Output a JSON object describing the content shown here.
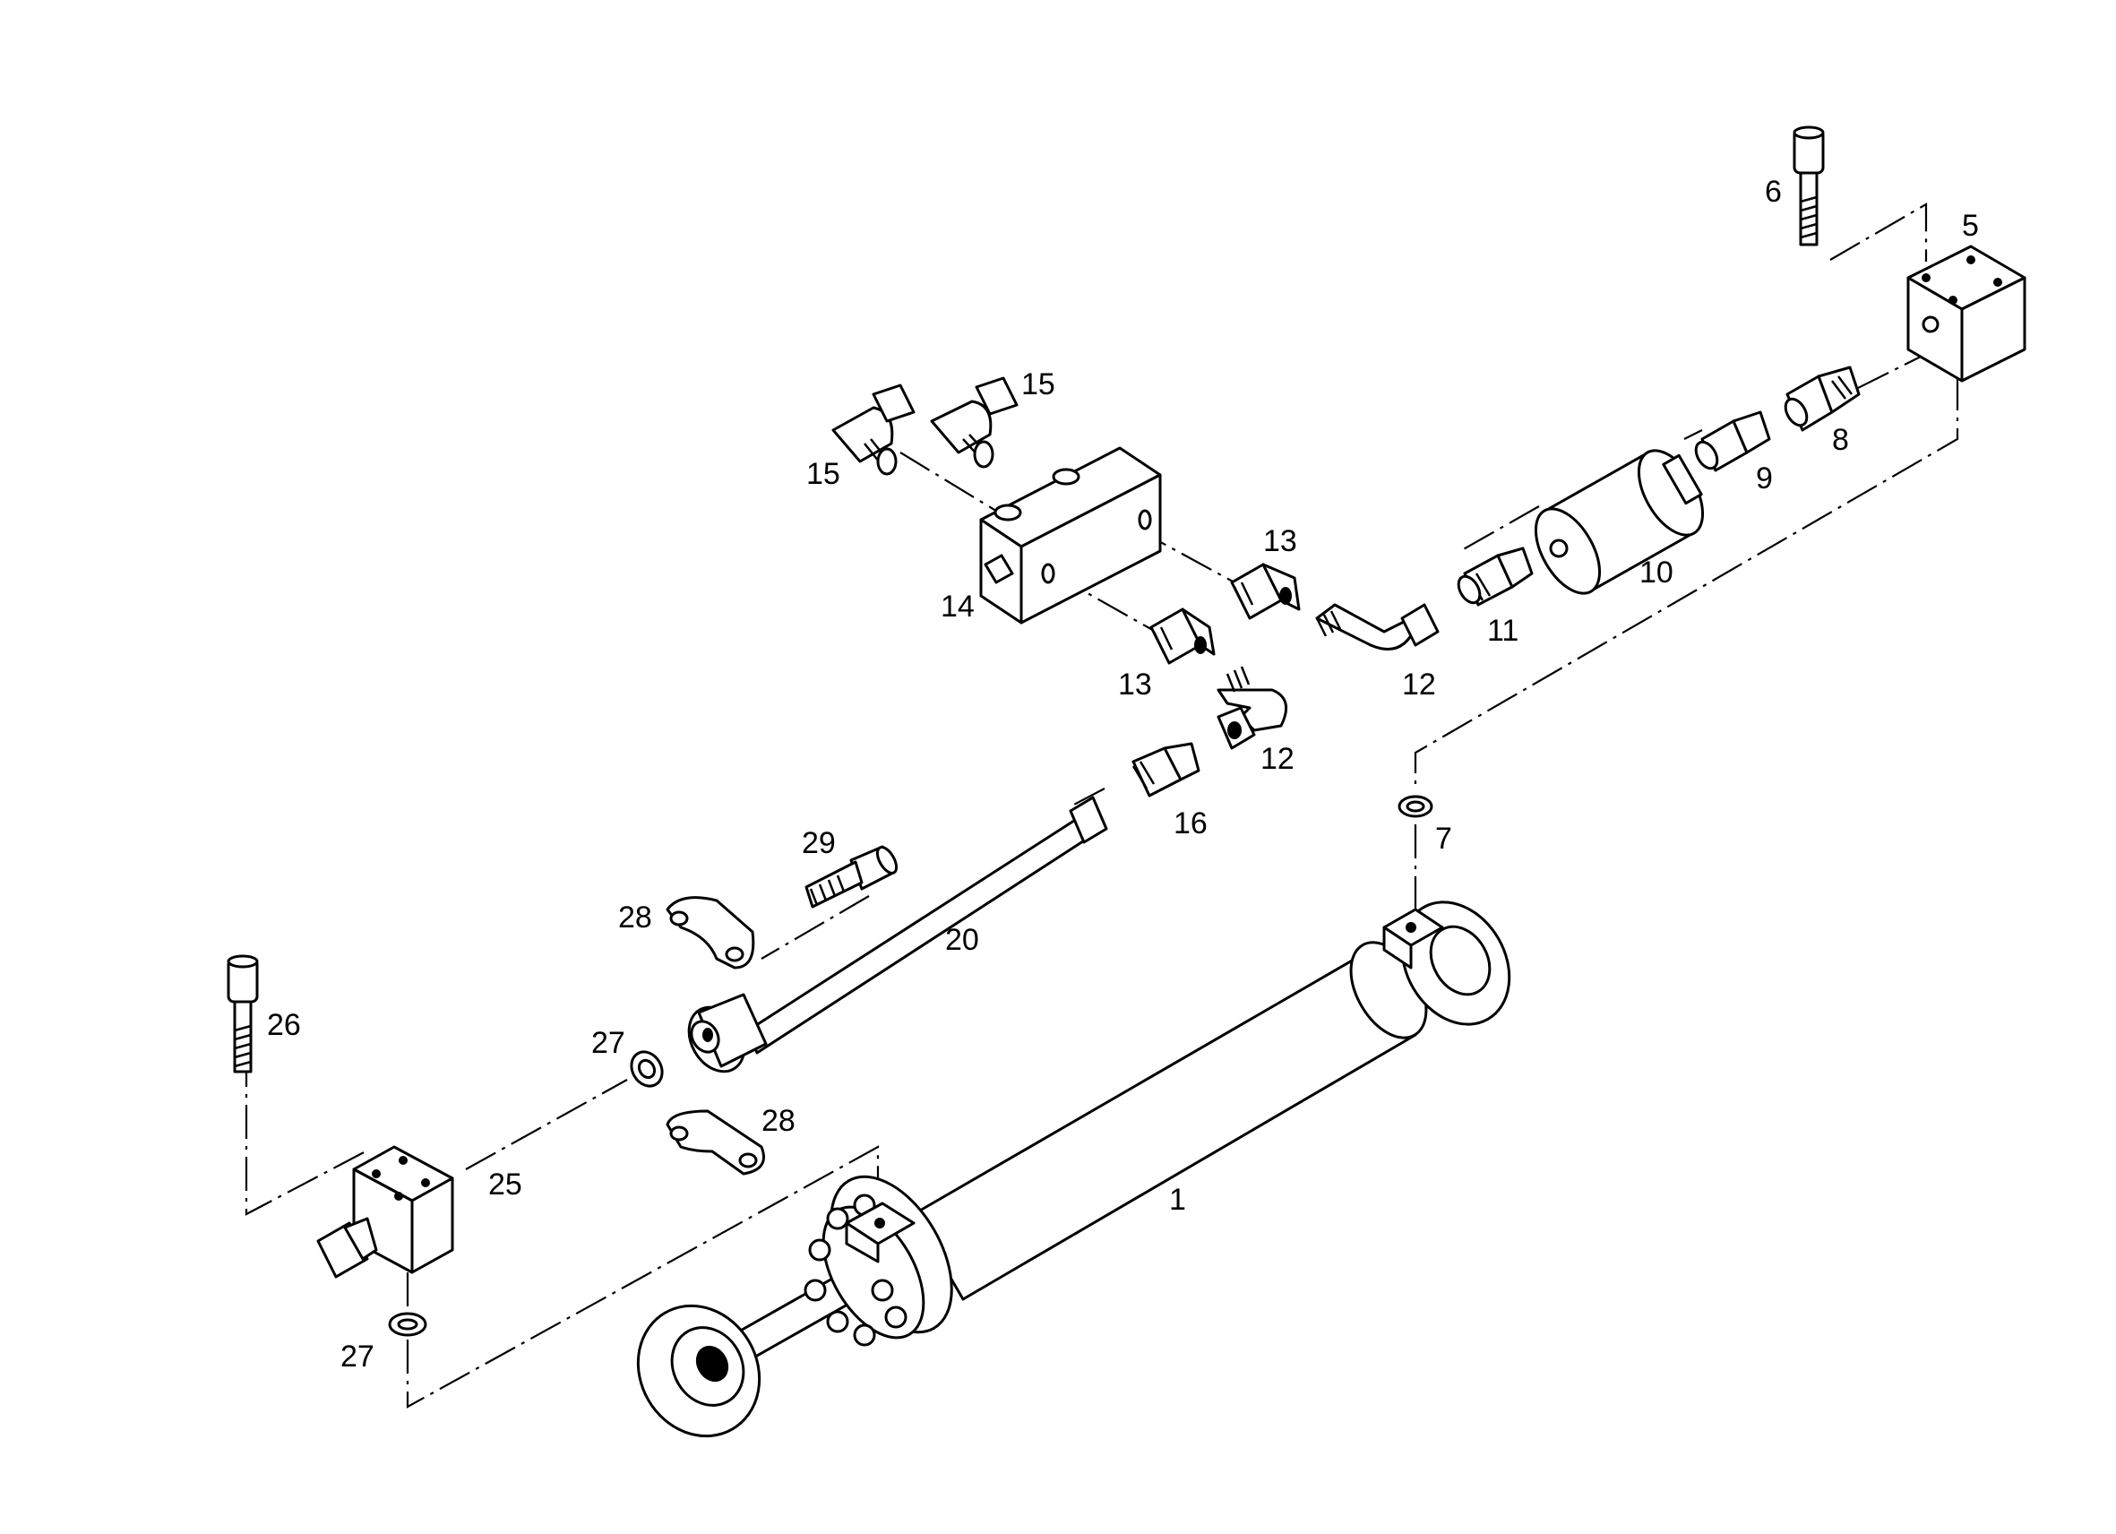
{
  "diagram": {
    "callouts": {
      "c1": "1",
      "c5": "5",
      "c6": "6",
      "c7": "7",
      "c8": "8",
      "c9": "9",
      "c10": "10",
      "c11": "11",
      "c12a": "12",
      "c12b": "12",
      "c13a": "13",
      "c13b": "13",
      "c14": "14",
      "c15a": "15",
      "c15b": "15",
      "c16": "16",
      "c20": "20",
      "c25": "25",
      "c26": "26",
      "c27a": "27",
      "c27b": "27",
      "c28a": "28",
      "c28b": "28",
      "c29": "29"
    }
  }
}
